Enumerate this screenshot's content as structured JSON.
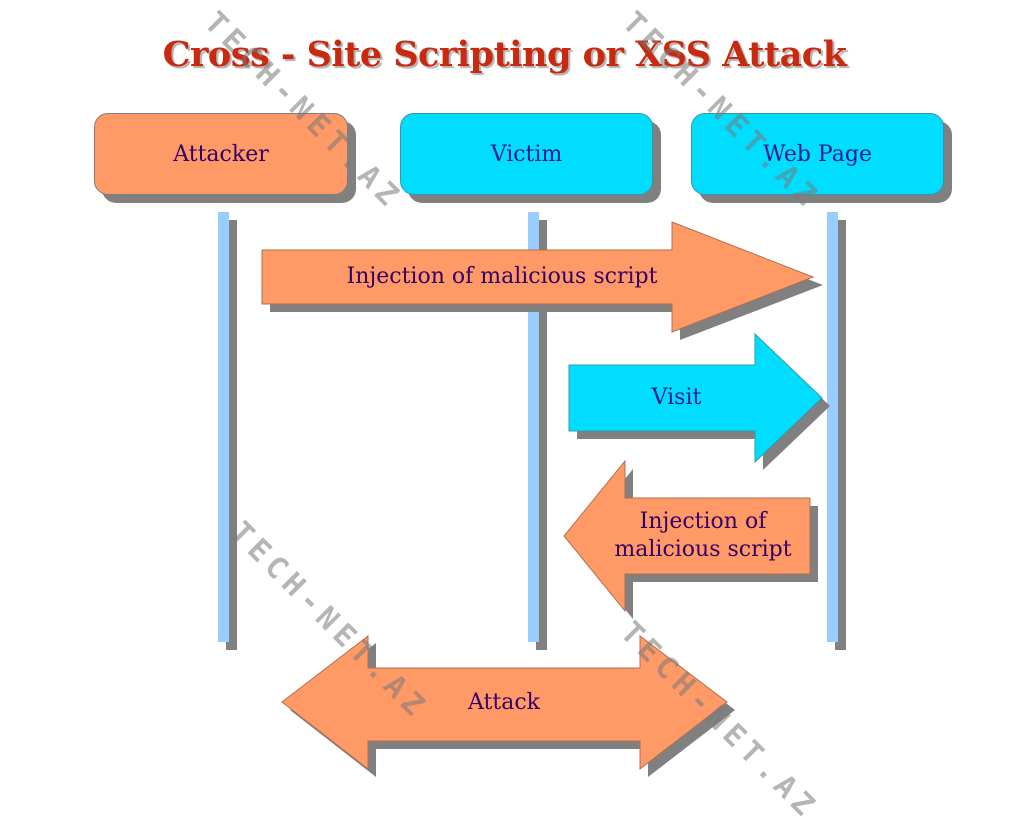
{
  "title": "Cross - Site Scripting or XSS Attack",
  "colors": {
    "title": "#c8290f",
    "attacker_fill": "#ff9966",
    "victim_fill": "#00ddff",
    "arrow_orange": "#ff9966",
    "arrow_cyan": "#00ddff",
    "lifeline": "#99ccff",
    "shadow": "#808080",
    "text_dark": "#330066",
    "text_blue": "#1a1a99"
  },
  "actors": [
    {
      "id": "attacker",
      "label": "Attacker"
    },
    {
      "id": "victim",
      "label": "Victim"
    },
    {
      "id": "web_page",
      "label": "Web Page"
    }
  ],
  "messages": [
    {
      "id": "inject_1",
      "label": "Injection of malicious script",
      "from": "attacker",
      "to": "web_page",
      "direction": "right"
    },
    {
      "id": "visit",
      "label": "Visit",
      "from": "victim",
      "to": "web_page",
      "direction": "right"
    },
    {
      "id": "inject_2",
      "label_line1": "Injection of",
      "label_line2": "malicious script",
      "from": "web_page",
      "to": "victim",
      "direction": "left"
    },
    {
      "id": "attack",
      "label": "Attack",
      "from": "attacker",
      "to": "victim",
      "direction": "both"
    }
  ],
  "watermark": "TECH-NET.AZ"
}
